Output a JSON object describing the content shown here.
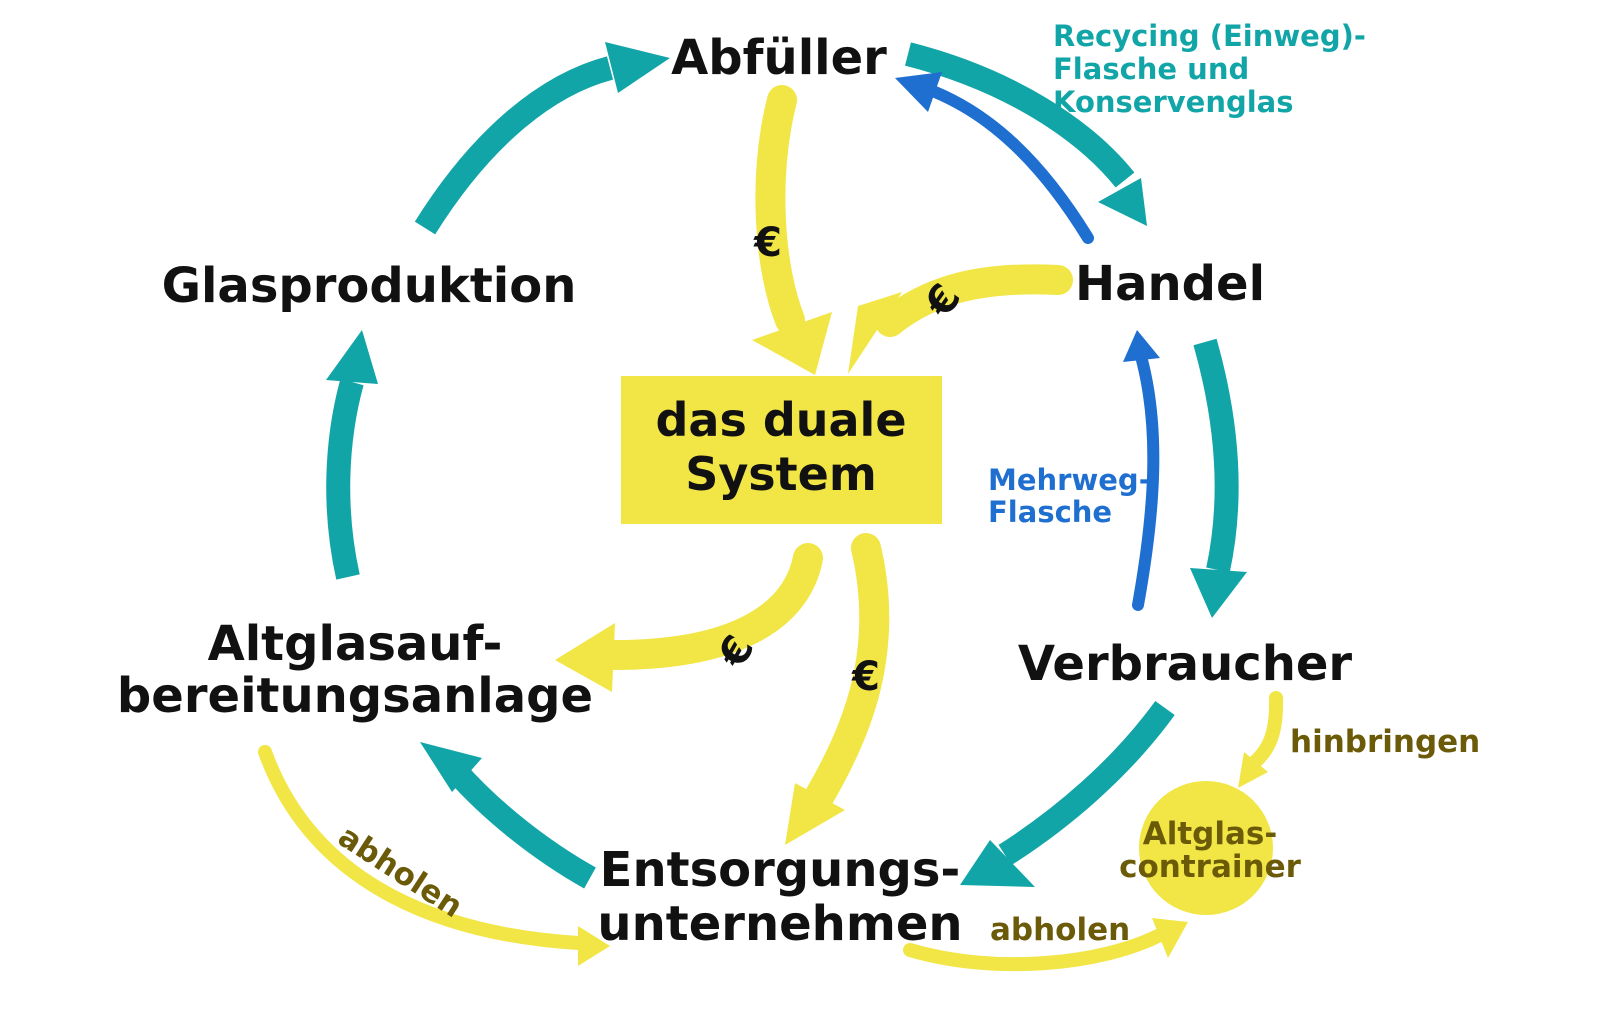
{
  "colors": {
    "teal": "#12a5a8",
    "blue": "#1f6fd1",
    "yellow": "#f1e645",
    "olive": "#6b5a08",
    "teal_text": "#12a5a8",
    "blue_text": "#1f6fd1"
  },
  "nodes": {
    "abfueller": "Abfüller",
    "handel": "Handel",
    "glasproduktion": "Glasproduktion",
    "verbraucher": "Verbraucher",
    "altglas_line1": "Altglasauf-",
    "altglas_line2": "bereitungsanlage",
    "entsorgung_line1": "Entsorgungs-",
    "entsorgung_line2": "unternehmen",
    "center_line1": "das duale",
    "center_line2": "System",
    "container_line1": "Altglas-",
    "container_line2": "contrainer"
  },
  "labels": {
    "recycling_line1": "Recycing (Einweg)-",
    "recycling_line2": "Flasche und",
    "recycling_line3": "Konservenglas",
    "mehrweg_line1": "Mehrweg-",
    "mehrweg_line2": "Flasche",
    "hinbringen": "hinbringen",
    "abholen_left": "abholen",
    "abholen_right": "abholen",
    "euro": "€"
  }
}
